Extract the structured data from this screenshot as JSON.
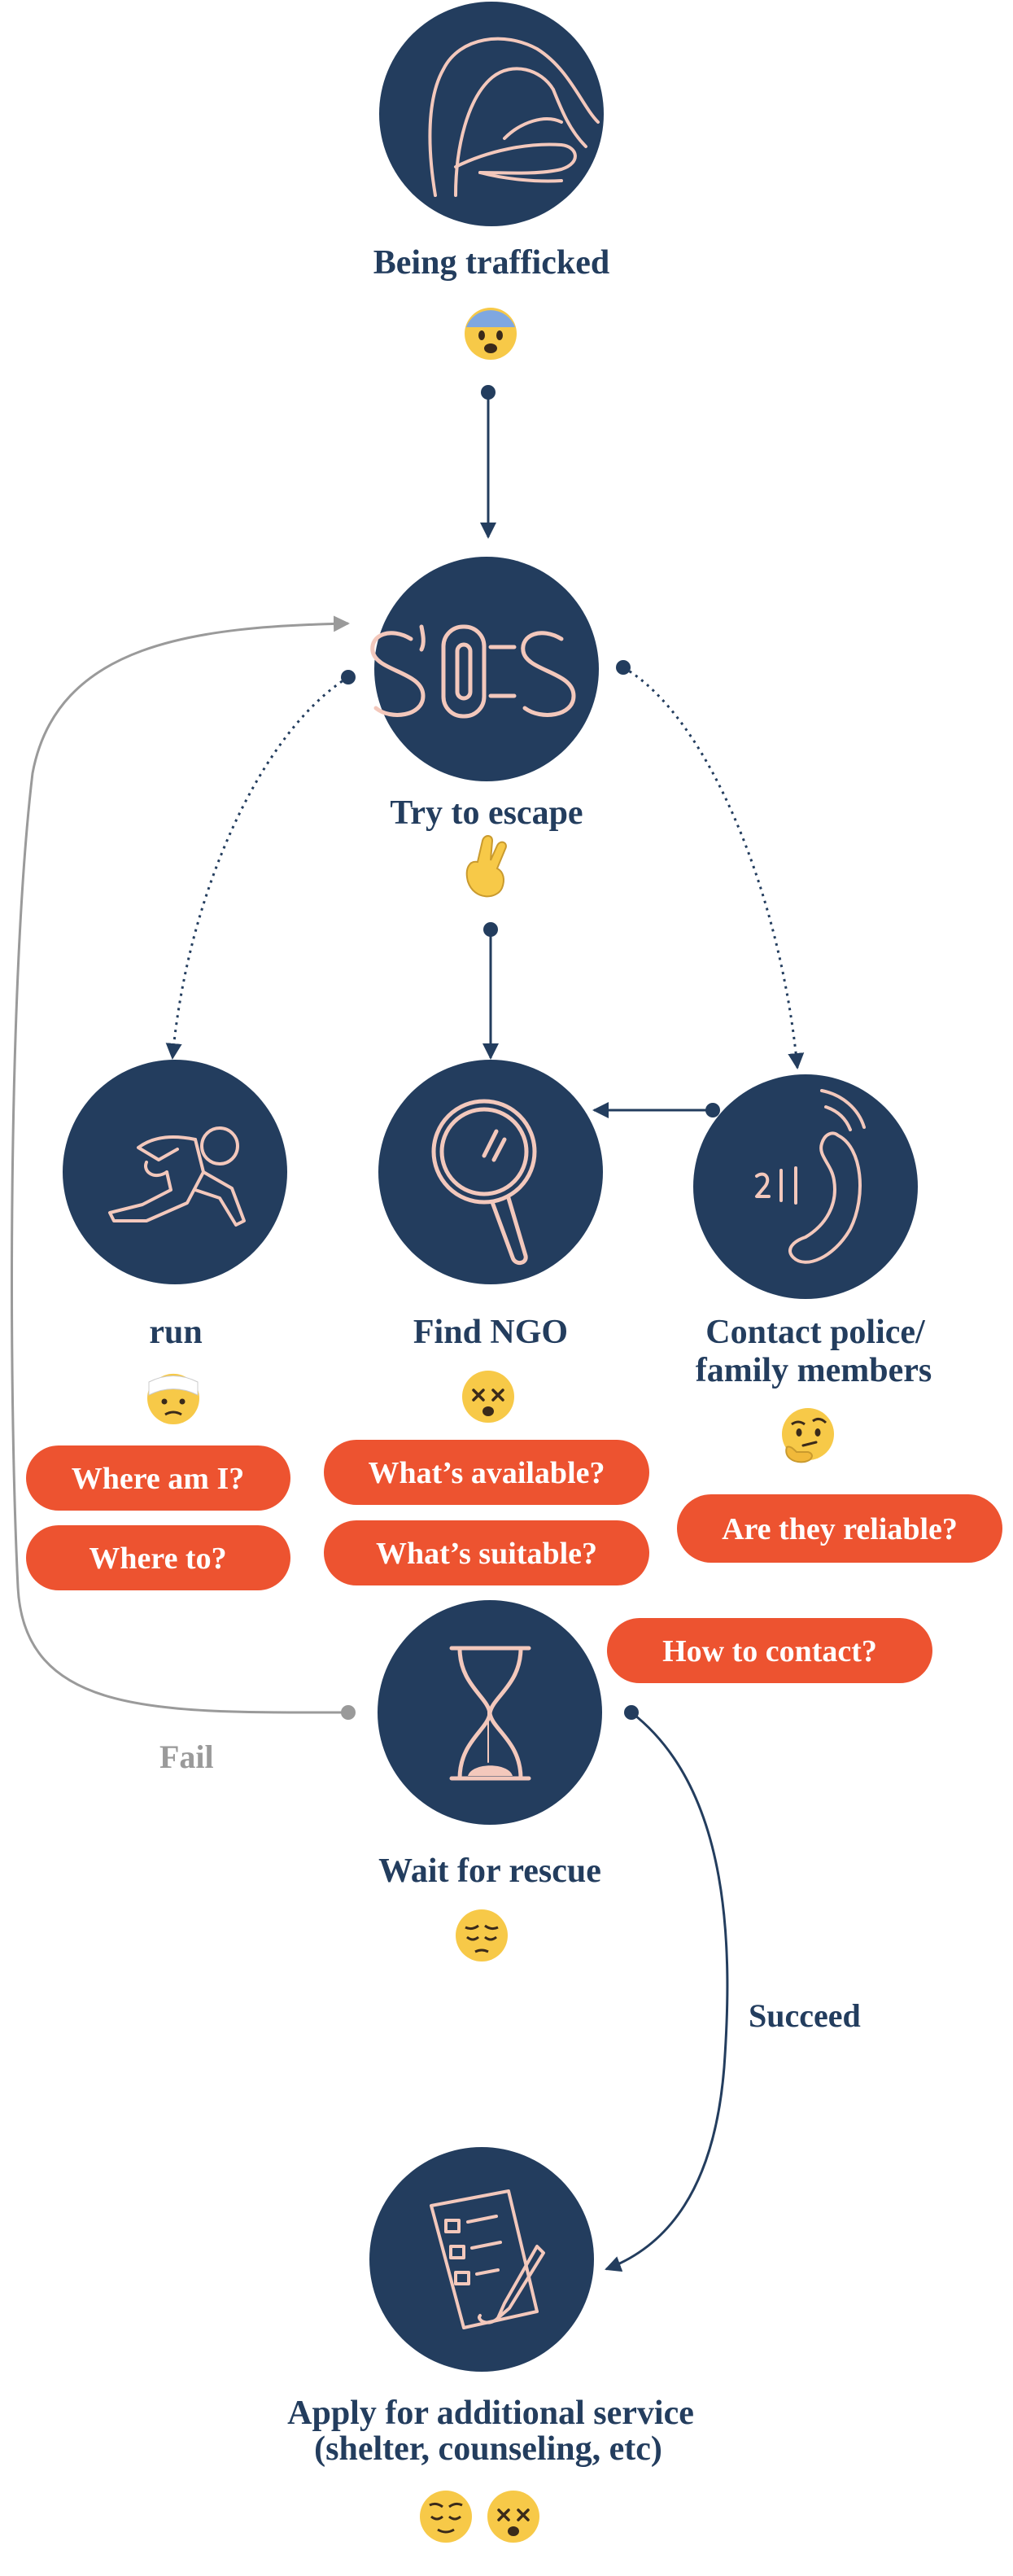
{
  "colors": {
    "navy": "#233d5e",
    "outline": "#f3c8bc",
    "pill": "#ed5330",
    "gray": "#999999"
  },
  "nodes": [
    {
      "id": "trafficked",
      "icon": "person-holding-head-icon",
      "label": "Being trafficked",
      "emoji": [
        "fearful-face-emoji"
      ]
    },
    {
      "id": "sos",
      "icon": "sos-icon",
      "label": "Try to escape",
      "emoji": [
        "crossed-fingers-emoji"
      ]
    },
    {
      "id": "run",
      "icon": "running-person-icon",
      "label": "run",
      "emoji": [
        "head-bandage-emoji"
      ]
    },
    {
      "id": "ngo",
      "icon": "magnifying-glass-icon",
      "label": "Find NGO",
      "emoji": [
        "dizzy-face-emoji"
      ]
    },
    {
      "id": "police",
      "icon": "phone-911-icon",
      "label_lines": [
        "Contact police/",
        "family members"
      ],
      "emoji": [
        "thinking-face-emoji"
      ]
    },
    {
      "id": "rescue",
      "icon": "hourglass-icon",
      "label": "Wait for rescue",
      "emoji": [
        "pensive-face-emoji"
      ]
    },
    {
      "id": "apply",
      "icon": "document-pen-icon",
      "label_lines": [
        "Apply for additional service",
        "(shelter, counseling, etc)"
      ],
      "emoji": [
        "relieved-face-emoji",
        "dizzy-face-emoji"
      ]
    }
  ],
  "questions": {
    "run": [
      "Where am I?",
      "Where to?"
    ],
    "ngo": [
      "What’s available?",
      "What’s suitable?"
    ],
    "police": [
      "Are they reliable?",
      "How to contact?"
    ]
  },
  "edge_labels": {
    "fail": "Fail",
    "succeed": "Succeed"
  }
}
